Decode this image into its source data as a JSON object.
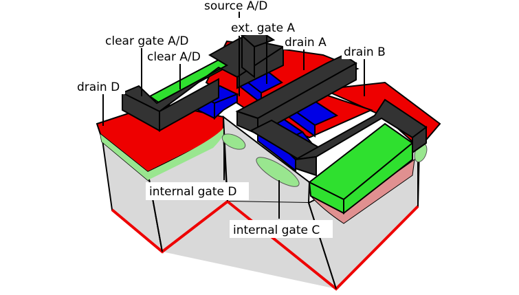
{
  "labels": {
    "source_ad": "source A/D",
    "ext_gate_a": "ext. gate A",
    "drain_a": "drain A",
    "clear_gate_ad": "clear gate A/D",
    "clear_ad": "clear A/D",
    "drain_b": "drain B",
    "drain_d": "drain D",
    "internal_gate_d": "internal gate D",
    "internal_gate_c": "internal gate C"
  },
  "colors": {
    "silicon": "#d9d9d9",
    "n_plus": "#ee0000",
    "p_region": "#99e68f",
    "p_region_dark": "#88d880",
    "clear_green": "#2fe02f",
    "gate_dark": "#333333",
    "gate_blue": "#0000e6",
    "outline": "#000000",
    "pink": "#e09090"
  }
}
